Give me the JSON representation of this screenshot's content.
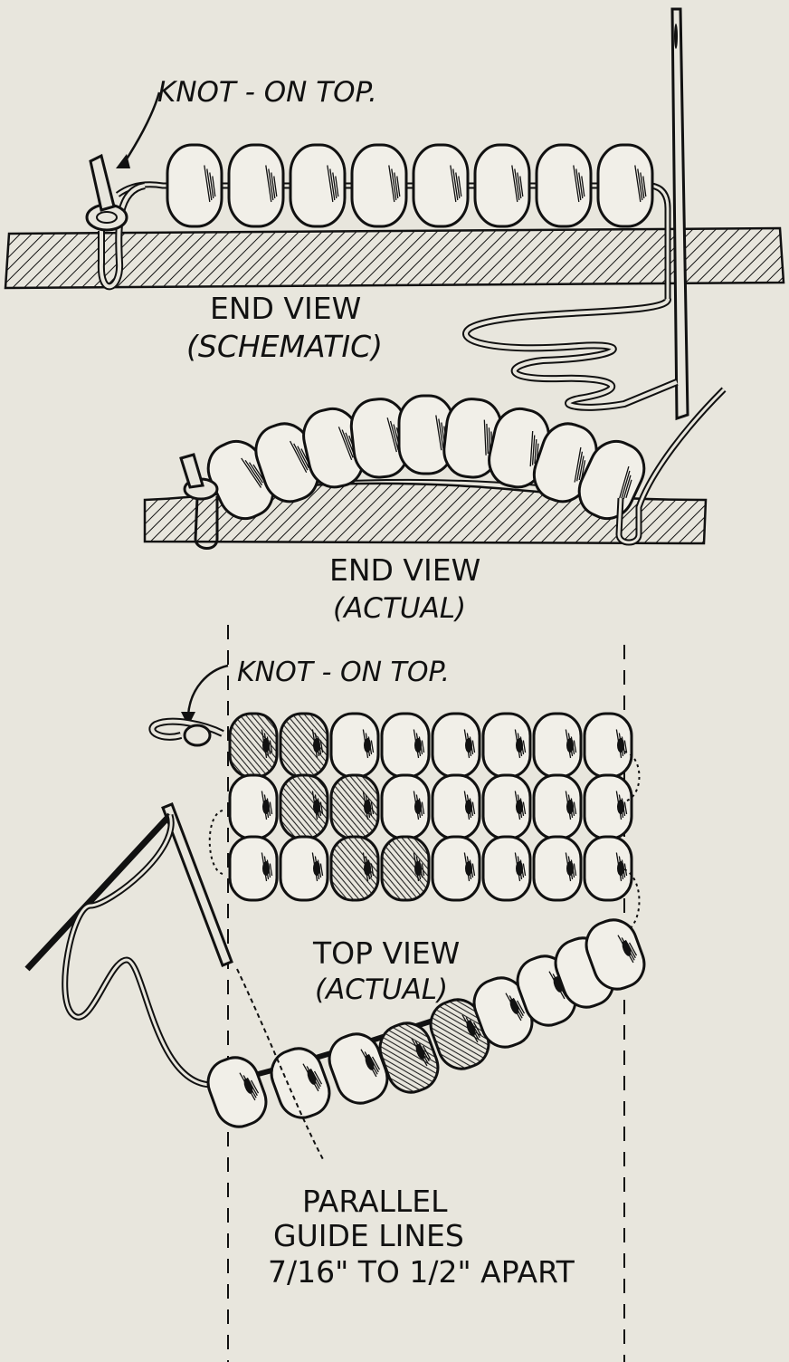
{
  "labels": {
    "knot_top_1": "KNOT - ON TOP.",
    "end_view_schematic_1": "END VIEW",
    "end_view_schematic_2": "(SCHEMATIC)",
    "end_view_actual_1": "END VIEW",
    "end_view_actual_2": "(ACTUAL)",
    "knot_top_2": "KNOT - ON TOP.",
    "top_view_1": "TOP VIEW",
    "top_view_2": "(ACTUAL)",
    "guide_1": "PARALLEL",
    "guide_2": "GUIDE LINES",
    "guide_3": "7/16\" TO 1/2\" APART"
  },
  "colors": {
    "background": "#e8e6dd",
    "ink": "#111111",
    "bead_light": "#f1efe8",
    "bead_dark": "#3a3a3a"
  },
  "top_view_rows": [
    [
      "dark",
      "dark",
      "light",
      "light",
      "light",
      "light",
      "light",
      "light"
    ],
    [
      "light",
      "dark",
      "dark",
      "light",
      "light",
      "light",
      "light",
      "light"
    ],
    [
      "light",
      "light",
      "dark",
      "dark",
      "light",
      "light",
      "light",
      "light"
    ]
  ],
  "strand_beads": [
    "light",
    "light",
    "light",
    "dark",
    "dark",
    "light",
    "light",
    "light",
    "light"
  ]
}
